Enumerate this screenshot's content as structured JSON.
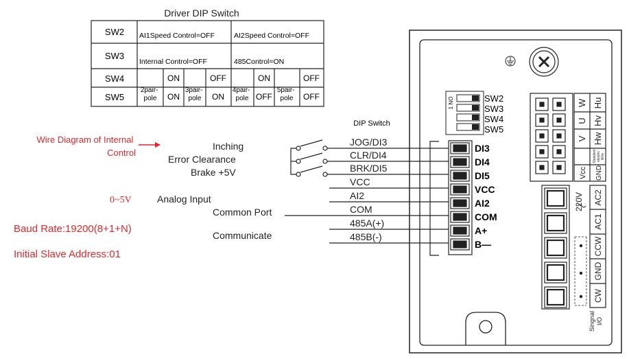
{
  "dip_table": {
    "title": "Driver DIP Switch",
    "rows": {
      "sw2": {
        "label": "SW2",
        "cells": [
          "AI1Speed Control=OFF",
          "AI2Speed Control=OFF"
        ]
      },
      "sw3": {
        "label": "SW3",
        "cells": [
          "Internal Control=OFF",
          "485Control=ON"
        ]
      },
      "sw4": {
        "label": "SW4"
      },
      "sw5": {
        "label": "SW5"
      }
    },
    "pole_groups": [
      {
        "name": "2pair-pole",
        "sw4": "ON",
        "sw5": "ON"
      },
      {
        "name": "3pair-pole",
        "sw4": "OFF",
        "sw5": "ON"
      },
      {
        "name": "4pair-pole",
        "sw4": "ON",
        "sw5": "OFF"
      },
      {
        "name": "5pair-pole",
        "sw4": "OFF",
        "sw5": "OFF"
      }
    ]
  },
  "left_notes": {
    "wire_diagram": [
      "Wire Diagram of Internal",
      "Control"
    ],
    "range": "0~5V",
    "baud": "Baud Rate:19200(8+1+N)",
    "slave": "Initial Slave Address:01"
  },
  "function_labels": {
    "inching": "Inching",
    "error_clearance": "Error Clearance",
    "brake": "Brake +5V",
    "analog_input": "Analog Input",
    "common_port": "Common Port",
    "communicate": "Communicate"
  },
  "signal_lines": [
    {
      "label": "JOG/DI3",
      "terminal": "DI3"
    },
    {
      "label": "CLR/DI4",
      "terminal": "DI4"
    },
    {
      "label": "BRK/DI5",
      "terminal": "DI5"
    },
    {
      "label": "VCC",
      "terminal": "VCC"
    },
    {
      "label": "AI2",
      "terminal": "AI2"
    },
    {
      "label": "COM",
      "terminal": "COM"
    },
    {
      "label": "485A(+)",
      "terminal": "A+"
    },
    {
      "label": "485B(-)",
      "terminal": "B—"
    }
  ],
  "dip_switch": {
    "caption": "DIP Switch",
    "on_mark": "1 NO",
    "labels": [
      "SW2",
      "SW3",
      "SW4",
      "SW5"
    ]
  },
  "motor_connector": {
    "top_labels": [
      "W",
      "Hu"
    ],
    "row2_labels": [
      "U",
      "Hv"
    ],
    "row3_labels": [
      "V",
      "Hw"
    ],
    "vcc": "Vcc",
    "gnd": "GND",
    "shielded": [
      "Shielded",
      "electric",
      "Wire"
    ]
  },
  "power_terminal": {
    "voltage": "220V",
    "labels": [
      "AC2",
      "AC1",
      "CCW",
      "GND",
      "CW"
    ],
    "signal_io": [
      "Singnal",
      "I/O"
    ]
  }
}
